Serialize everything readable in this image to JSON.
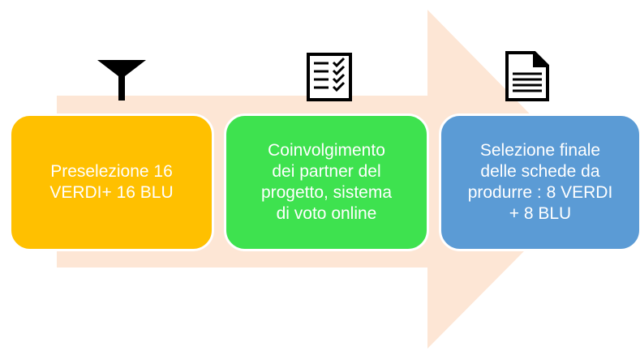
{
  "diagram": {
    "arrow_color": "#fde6d5",
    "steps": [
      {
        "icon": "filter-icon",
        "text": "Preselezione  16\nVERDI+ 16 BLU",
        "color": "#ffc000"
      },
      {
        "icon": "checklist-icon",
        "text": "Coinvolgimento\ndei partner del\nprogetto, sistema\ndi voto online",
        "color": "#3ee24f"
      },
      {
        "icon": "document-icon",
        "text": "Selezione finale\ndelle schede da\nprodurre : 8 VERDI\n+ 8 BLU",
        "color": "#5b9bd5"
      }
    ]
  }
}
